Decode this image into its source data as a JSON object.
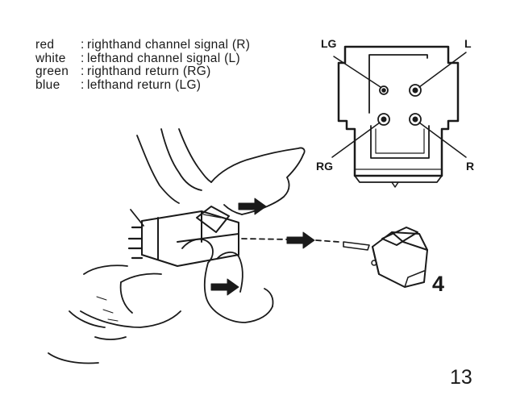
{
  "legend": {
    "items": [
      {
        "color": "red",
        "description": "righthand channel signal (R)"
      },
      {
        "color": "white",
        "description": "lefthand channel signal (L)"
      },
      {
        "color": "green",
        "description": "righthand return (RG)"
      },
      {
        "color": "blue",
        "description": "lefthand return (LG)"
      }
    ]
  },
  "diagram": {
    "pins": {
      "lg": "LG",
      "l": "L",
      "rg": "RG",
      "r": "R"
    }
  },
  "step_number": "4",
  "page_number": "13",
  "icons": [
    "arrow-icon",
    "cartridge-illustration",
    "hand-illustration",
    "stylus-illustration"
  ]
}
